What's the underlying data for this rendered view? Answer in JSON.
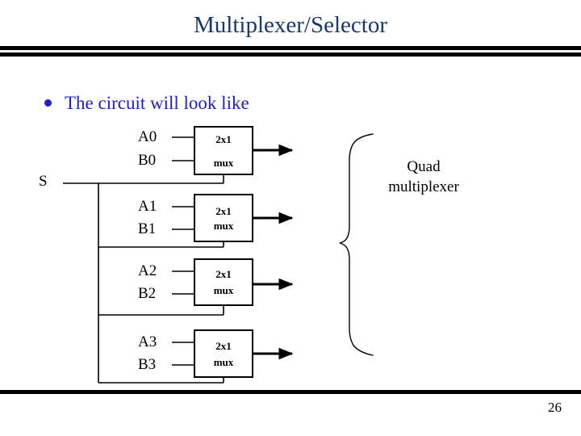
{
  "slide": {
    "title": "Multiplexer/Selector",
    "page_number": "26",
    "text_color_title": "#1a386e",
    "text_color_bullet": "#2020c8",
    "background": "#ffffff"
  },
  "bullet": {
    "marker": "bullet-dot",
    "text": "The circuit will look like"
  },
  "circuit": {
    "select_label": "S",
    "group_label_line1": "Quad",
    "group_label_line2": "multiplexer",
    "brace": "left-curly-brace",
    "muxes": [
      {
        "id": "mux0",
        "top_label": "2x1",
        "bottom_label": "mux",
        "input_a": "A0",
        "input_b": "B0"
      },
      {
        "id": "mux1",
        "top_label": "2x1",
        "bottom_label": "mux",
        "input_a": "A1",
        "input_b": "B1"
      },
      {
        "id": "mux2",
        "top_label": "2x1",
        "bottom_label": "mux",
        "input_a": "A2",
        "input_b": "B2"
      },
      {
        "id": "mux3",
        "top_label": "2x1",
        "bottom_label": "mux",
        "input_a": "A3",
        "input_b": "B3"
      }
    ]
  }
}
